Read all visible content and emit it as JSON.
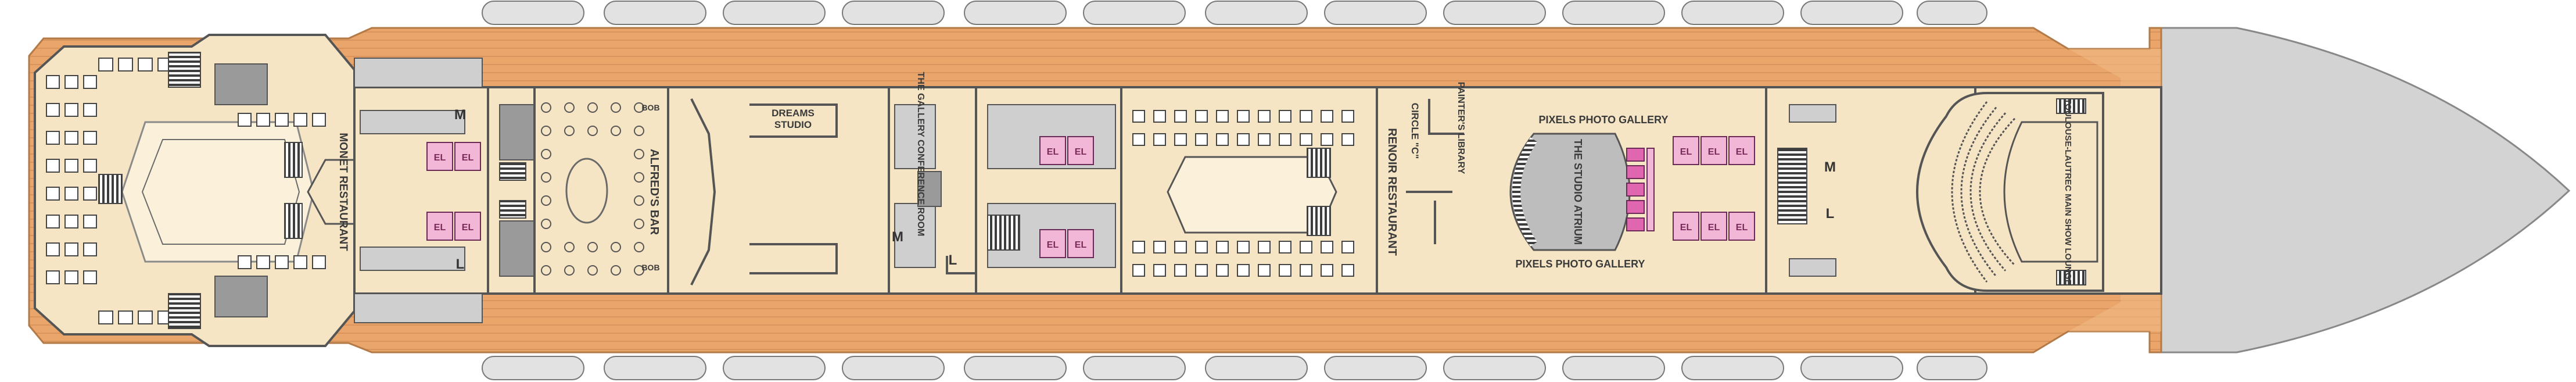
{
  "colors": {
    "deck_wood": "#e9a56a",
    "deck_wood_light": "#f2bd88",
    "floor": "#f6e5c4",
    "wall": "#555555",
    "service": "#9a9a9a",
    "elevator": "#f2b7d6",
    "lifeboat": "#e2e2e2",
    "bow": "#d3d3d3",
    "text": "#3a3a3a"
  },
  "labels": {
    "monet_restaurant": "MONET RESTAURANT",
    "alfreds_bar": "ALFRED'S BAR",
    "bob_top": "BOB",
    "bob_bottom": "BOB",
    "dreams_studio": "DREAMS STUDIO",
    "gallery_conference_room": "THE GALLERY CONFERENCE ROOM",
    "renoir_restaurant": "RENOIR RESTAURANT",
    "circle_c": "CIRCLE \"C\"",
    "painters_library": "PAINTER'S LIBRARY",
    "pixels_gallery_top": "PIXELS PHOTO GALLERY",
    "pixels_gallery_bottom": "PIXELS PHOTO GALLERY",
    "studio_atrium": "THE STUDIO ATRIUM",
    "show_lounge": "TOULOUSE-LAUTREC MAIN SHOW LOUNGE"
  },
  "markers": {
    "elevator": "EL",
    "men": "M",
    "ladies": "L"
  },
  "icons": [
    "stairs-icon",
    "elevator-icon",
    "mens-restroom-icon",
    "ladies-restroom-icon",
    "lifeboat-icon",
    "table-icon"
  ]
}
